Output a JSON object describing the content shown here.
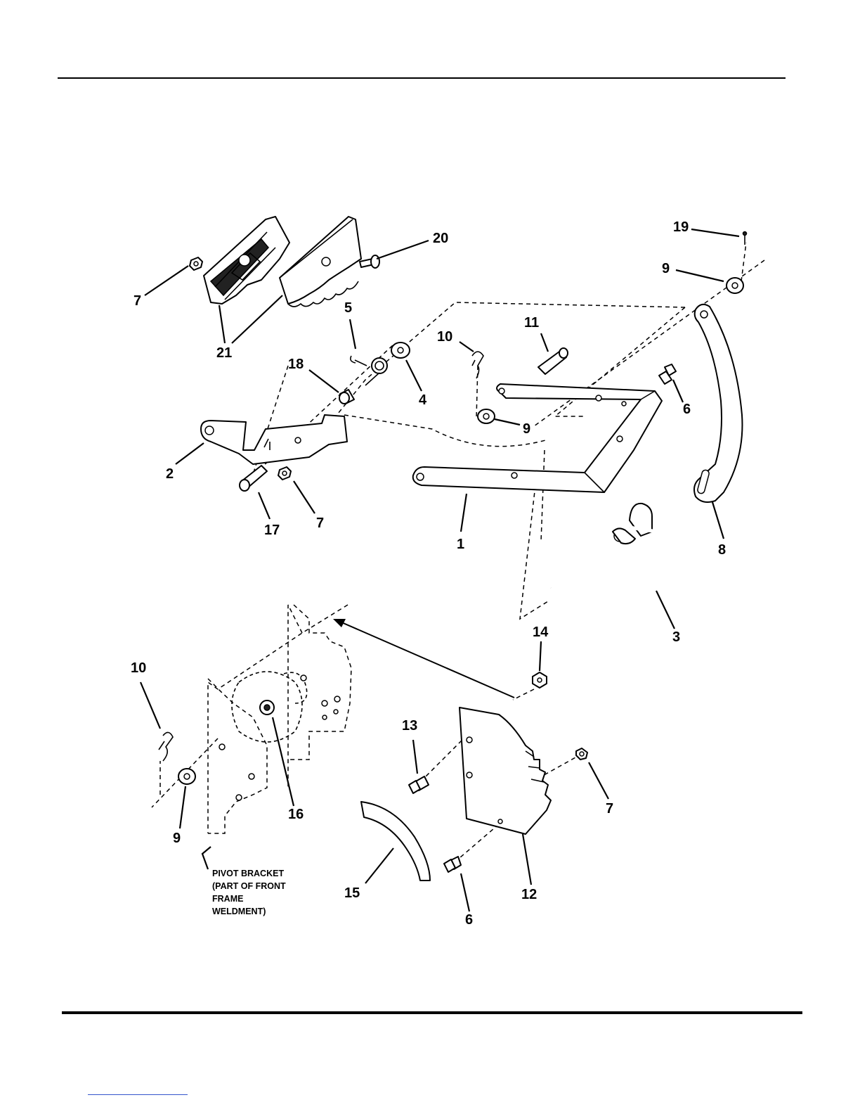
{
  "figure": {
    "callouts": [
      {
        "id": "c1",
        "text": "1"
      },
      {
        "id": "c2",
        "text": "2"
      },
      {
        "id": "c3",
        "text": "3"
      },
      {
        "id": "c4",
        "text": "4"
      },
      {
        "id": "c5",
        "text": "5"
      },
      {
        "id": "c6a",
        "text": "6"
      },
      {
        "id": "c6b",
        "text": "6"
      },
      {
        "id": "c7a",
        "text": "7"
      },
      {
        "id": "c7b",
        "text": "7"
      },
      {
        "id": "c7c",
        "text": "7"
      },
      {
        "id": "c8",
        "text": "8"
      },
      {
        "id": "c9a",
        "text": "9"
      },
      {
        "id": "c9b",
        "text": "9"
      },
      {
        "id": "c9c",
        "text": "9"
      },
      {
        "id": "c10a",
        "text": "10"
      },
      {
        "id": "c10b",
        "text": "10"
      },
      {
        "id": "c11",
        "text": "11"
      },
      {
        "id": "c12",
        "text": "12"
      },
      {
        "id": "c13",
        "text": "13"
      },
      {
        "id": "c14",
        "text": "14"
      },
      {
        "id": "c15",
        "text": "15"
      },
      {
        "id": "c16",
        "text": "16"
      },
      {
        "id": "c17",
        "text": "17"
      },
      {
        "id": "c18",
        "text": "18"
      },
      {
        "id": "c19",
        "text": "19"
      },
      {
        "id": "c20",
        "text": "20"
      },
      {
        "id": "c21",
        "text": "21"
      }
    ],
    "pivot_note": [
      "PIVOT BRACKET",
      "(PART OF FRONT",
      "FRAME",
      "WELDMENT)"
    ]
  }
}
